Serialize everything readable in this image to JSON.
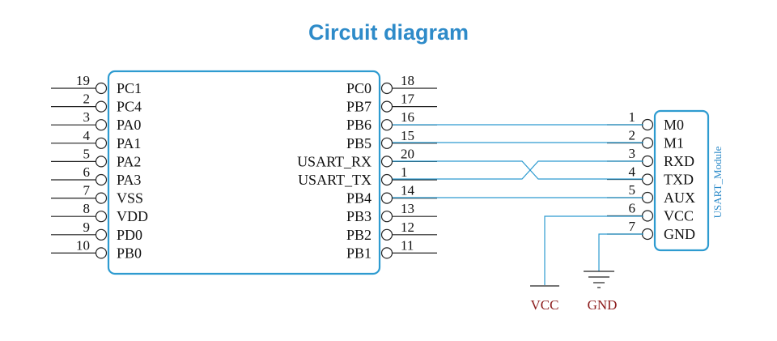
{
  "title": "Circuit diagram",
  "mcu": {
    "left_pins": [
      {
        "num": "19",
        "label": "PC1"
      },
      {
        "num": "2",
        "label": "PC4"
      },
      {
        "num": "3",
        "label": "PA0"
      },
      {
        "num": "4",
        "label": "PA1"
      },
      {
        "num": "5",
        "label": "PA2"
      },
      {
        "num": "6",
        "label": "PA3"
      },
      {
        "num": "7",
        "label": "VSS"
      },
      {
        "num": "8",
        "label": "VDD"
      },
      {
        "num": "9",
        "label": "PD0"
      },
      {
        "num": "10",
        "label": "PB0"
      }
    ],
    "right_pins": [
      {
        "num": "18",
        "label": "PC0"
      },
      {
        "num": "17",
        "label": "PB7"
      },
      {
        "num": "16",
        "label": "PB6"
      },
      {
        "num": "15",
        "label": "PB5"
      },
      {
        "num": "20",
        "label": "USART_RX"
      },
      {
        "num": "1",
        "label": "USART_TX"
      },
      {
        "num": "14",
        "label": "PB4"
      },
      {
        "num": "13",
        "label": "PB3"
      },
      {
        "num": "12",
        "label": "PB2"
      },
      {
        "num": "11",
        "label": "PB1"
      }
    ]
  },
  "module": {
    "label": "USART_Module",
    "pins": [
      {
        "num": "1",
        "label": "M0"
      },
      {
        "num": "2",
        "label": "M1"
      },
      {
        "num": "3",
        "label": "RXD"
      },
      {
        "num": "4",
        "label": "TXD"
      },
      {
        "num": "5",
        "label": "AUX"
      },
      {
        "num": "6",
        "label": "VCC"
      },
      {
        "num": "7",
        "label": "GND"
      }
    ]
  },
  "power": {
    "vcc_label": "VCC",
    "gnd_label": "GND"
  },
  "colors": {
    "title": "#2e8bc9",
    "wire": "#2e9bd0",
    "power_text": "#8b1a1a"
  }
}
